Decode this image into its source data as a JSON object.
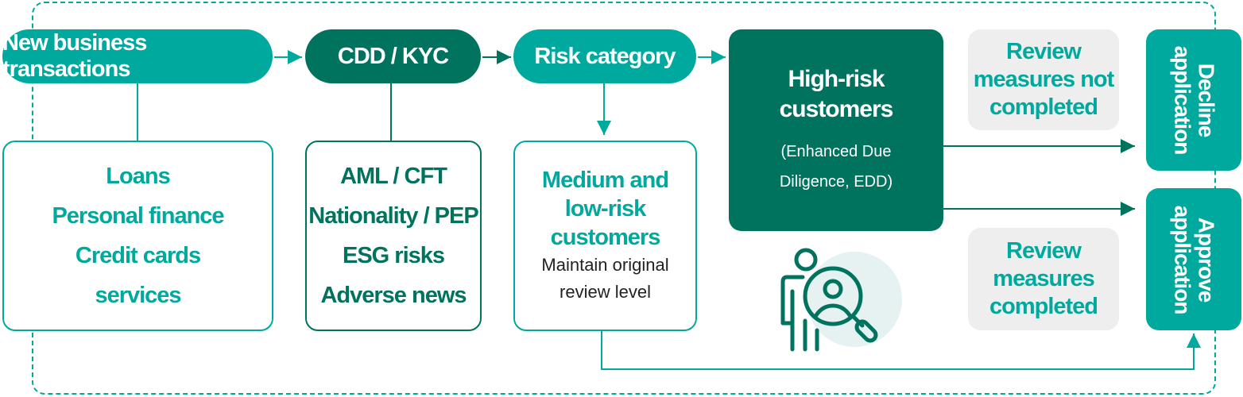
{
  "flow": {
    "new_business": "New business transactions",
    "cdd": "CDD / KYC",
    "risk": "Risk category",
    "high_risk": {
      "title1": "High-risk",
      "title2": "customers",
      "sub1": "(Enhanced Due",
      "sub2": "Diligence, EDD)"
    },
    "products": [
      "Loans",
      "Personal finance",
      "Credit cards",
      "services"
    ],
    "checks": [
      "AML / CFT",
      "Nationality / PEP",
      "ESG risks",
      "Adverse news"
    ],
    "medium": {
      "title": [
        "Medium and",
        "low-risk",
        "customers"
      ],
      "sub": [
        "Maintain original",
        "review level"
      ]
    },
    "review_not": [
      "Review",
      "measures not",
      "completed"
    ],
    "review_done": [
      "Review",
      "measures",
      "completed"
    ],
    "decline": "Decline\napplication",
    "approve": "Approve\napplication"
  },
  "colors": {
    "teal": "#00a99d",
    "dark": "#00735f",
    "grey": "#eeeeee"
  },
  "icons": [
    "person-search-icon"
  ]
}
